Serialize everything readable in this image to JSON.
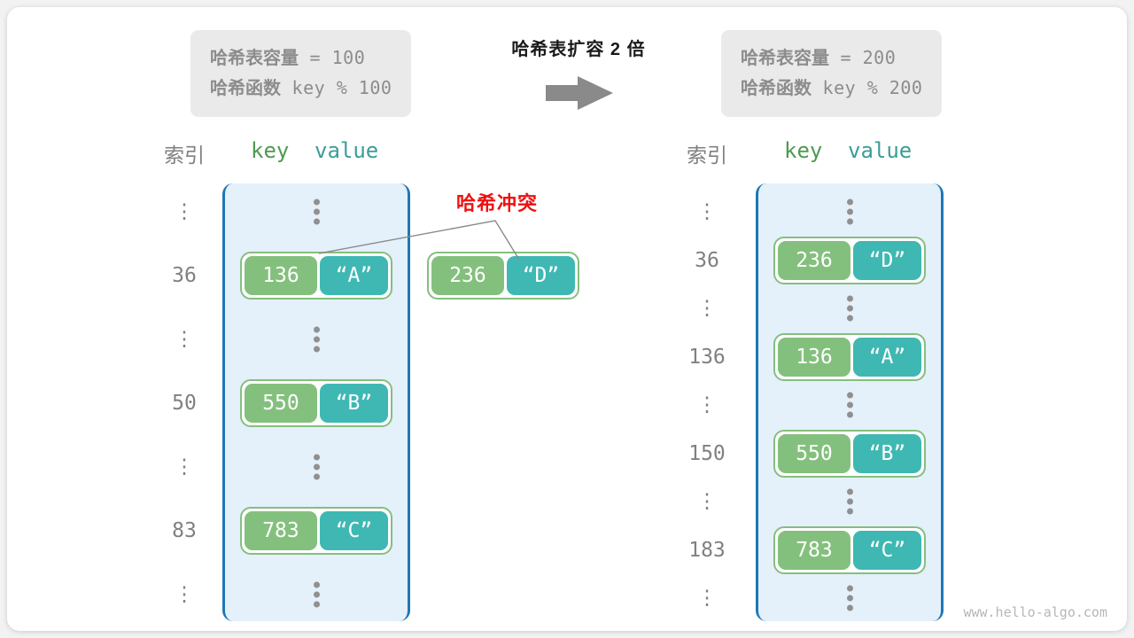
{
  "diagram": {
    "title_center": "哈希表扩容 2 倍",
    "arrow": "right-arrow-icon",
    "watermark": "www.hello-algo.com",
    "collision_label": "哈希冲突",
    "colors": {
      "bucket_fill": "#e4f0fa",
      "bucket_border": "#1f77b4",
      "key_pill": "#84c07d",
      "value_pill": "#3fb8b3",
      "cell_border": "#85bf7e",
      "collision_red": "#ee1111",
      "index_gray": "#808080",
      "info_box_bg": "#eaeaea"
    }
  },
  "before": {
    "info": {
      "line1_label": "哈希表容量",
      "line1_value": " = 100",
      "line2_label": "哈希函数",
      "line2_value": " key % 100"
    },
    "headers": {
      "index": "索引",
      "key": "key",
      "value": "value"
    },
    "rows": [
      {
        "index": "⋮",
        "type": "dots"
      },
      {
        "index": "36",
        "type": "entry",
        "key": "136",
        "value": "“A”"
      },
      {
        "index": "⋮",
        "type": "dots"
      },
      {
        "index": "50",
        "type": "entry",
        "key": "550",
        "value": "“B”"
      },
      {
        "index": "⋮",
        "type": "dots"
      },
      {
        "index": "83",
        "type": "entry",
        "key": "783",
        "value": "“C”"
      },
      {
        "index": "⋮",
        "type": "dots"
      }
    ],
    "overflow_entry": {
      "key": "236",
      "value": "“D”"
    }
  },
  "after": {
    "info": {
      "line1_label": "哈希表容量",
      "line1_value": " = 200",
      "line2_label": "哈希函数",
      "line2_value": " key % 200"
    },
    "headers": {
      "index": "索引",
      "key": "key",
      "value": "value"
    },
    "rows": [
      {
        "index": "⋮",
        "type": "dots"
      },
      {
        "index": "36",
        "type": "entry",
        "key": "236",
        "value": "“D”"
      },
      {
        "index": "⋮",
        "type": "dots"
      },
      {
        "index": "136",
        "type": "entry",
        "key": "136",
        "value": "“A”"
      },
      {
        "index": "⋮",
        "type": "dots"
      },
      {
        "index": "150",
        "type": "entry",
        "key": "550",
        "value": "“B”"
      },
      {
        "index": "⋮",
        "type": "dots"
      },
      {
        "index": "183",
        "type": "entry",
        "key": "783",
        "value": "“C”"
      },
      {
        "index": "⋮",
        "type": "dots"
      }
    ]
  }
}
